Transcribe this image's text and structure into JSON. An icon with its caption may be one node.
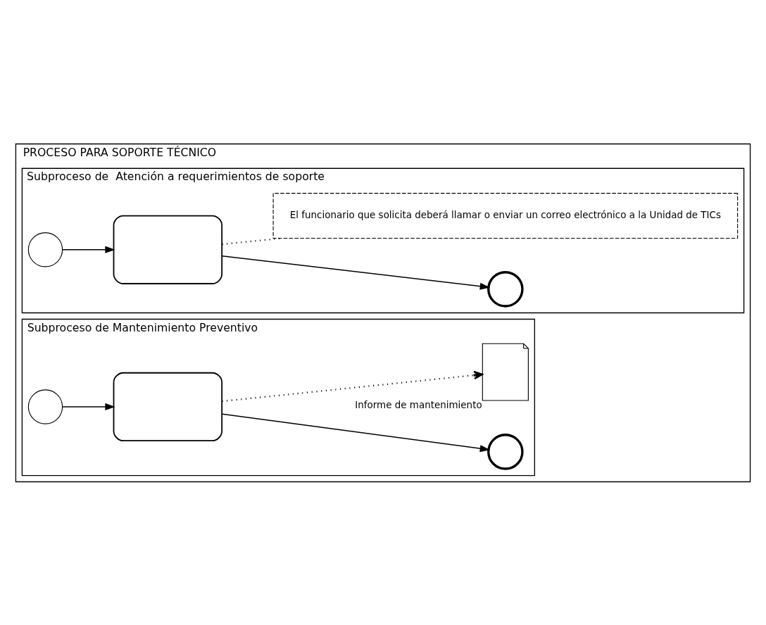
{
  "diagram": {
    "nodes": [
      {
        "text": [
          "PROCESO PARA SOPORTE TÉCNICO"
        ]
      },
      {
        "text": [
          "Subproceso de  Atención a requerimientos de soporte"
        ],
        "in": 0
      },
      {
        "text": [],
        "shape": "circle",
        "in": 1
      },
      {
        "text": [],
        "shape": "box",
        "in": 1
      },
      {
        "text": [],
        "shape": "circle",
        "in": 1
      },
      {
        "text": [
          "El funcionario que solicita deberá llamar o enviar un correo electrónico a la Unidad de TICs"
        ],
        "in": 1
      },
      {
        "text": [
          "Subproceso de Mantenimiento Preventivo"
        ],
        "in": 0
      },
      {
        "text": [],
        "shape": "circle",
        "in": 6
      },
      {
        "text": [],
        "shape": "box",
        "in": 6
      },
      {
        "text": [],
        "shape": "circle",
        "in": 6
      },
      {
        "text": [],
        "shape": "document",
        "in": 6,
        "beside": [
          "Informe de mantenimiento"
        ]
      }
    ],
    "edges": [
      {
        "from": 2,
        "to": 3,
        "arrow": "to"
      },
      {
        "from": 3,
        "to": 4,
        "arrow": "to"
      },
      {
        "from": 3,
        "to": 5,
        "arrow": "none",
        "style": "dashed"
      },
      {
        "from": 7,
        "to": 8,
        "arrow": "to"
      },
      {
        "from": 8,
        "to": 9,
        "arrow": "to"
      },
      {
        "from": 8,
        "to": 10,
        "arrow": "to",
        "style": "dashed"
      }
    ]
  }
}
